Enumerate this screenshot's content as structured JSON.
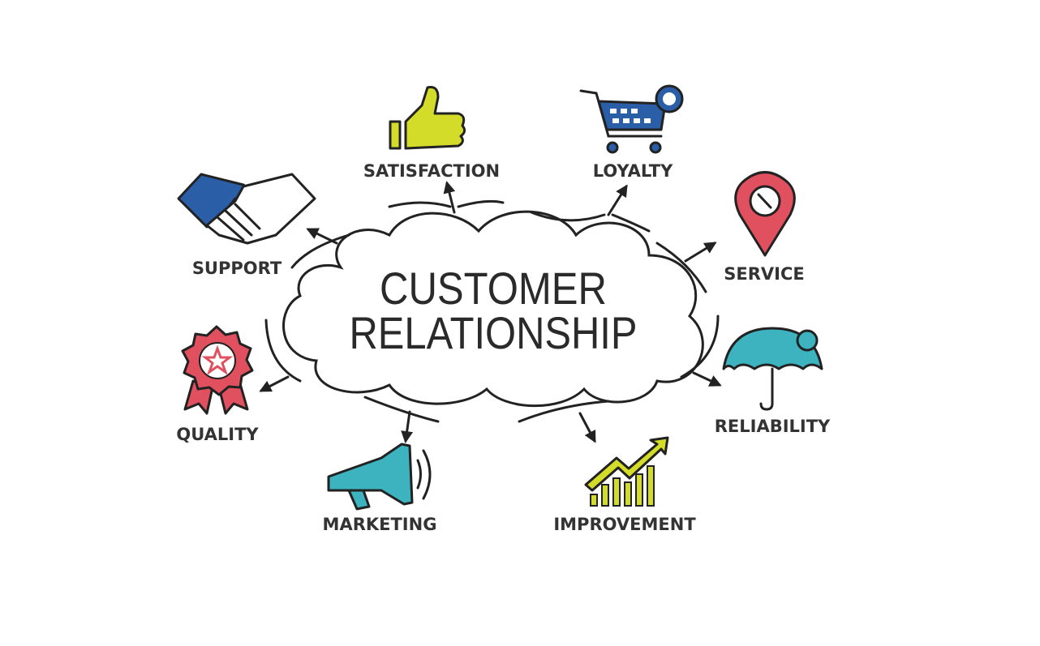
{
  "diagram": {
    "title_line1": "CUSTOMER",
    "title_line2": "RELATIONSHIP",
    "items": [
      {
        "label": "SATISFACTION",
        "icon": "thumbs-up-icon",
        "color": "#d4dc2a"
      },
      {
        "label": "LOYALTY",
        "icon": "shopping-cart-icon",
        "color": "#2a5fa8"
      },
      {
        "label": "SUPPORT",
        "icon": "handshake-icon",
        "color": "#2a5fa8"
      },
      {
        "label": "SERVICE",
        "icon": "location-pin-wrench-icon",
        "color": "#e0505f"
      },
      {
        "label": "QUALITY",
        "icon": "award-ribbon-icon",
        "color": "#e0505f"
      },
      {
        "label": "RELIABILITY",
        "icon": "umbrella-icon",
        "color": "#3cb3bf"
      },
      {
        "label": "MARKETING",
        "icon": "megaphone-icon",
        "color": "#3cb3bf"
      },
      {
        "label": "IMPROVEMENT",
        "icon": "growth-chart-icon",
        "color": "#d4dc2a"
      }
    ]
  }
}
